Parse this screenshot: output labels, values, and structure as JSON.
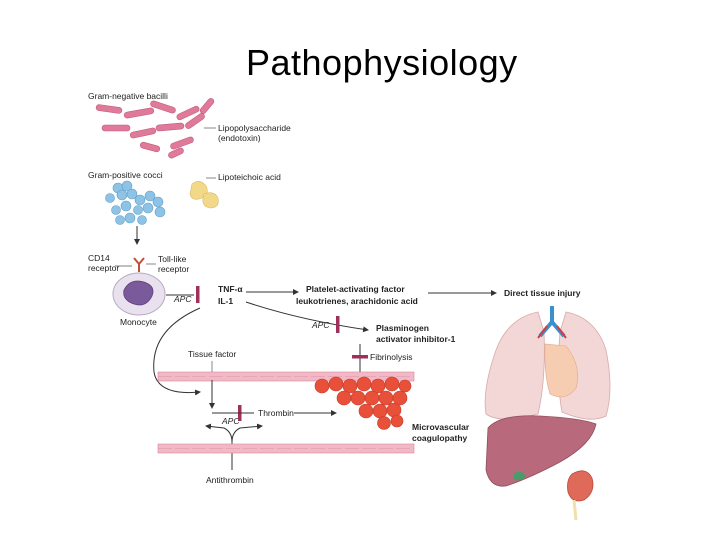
{
  "slide": {
    "title": "Pathophysiology"
  },
  "diagram": {
    "labels": {
      "gram_negative": "Gram-negative bacilli",
      "lps_1": "Lipopolysaccharide",
      "lps_2": "(endotoxin)",
      "gram_positive": "Gram-positive cocci",
      "lipoteichoic": "Lipoteichoic acid",
      "cd14_1": "CD14",
      "cd14_2": "receptor",
      "tlr_1": "Toll-like",
      "tlr_2": "receptor",
      "apc": "APC",
      "tnf": "TNF-α",
      "il1": "IL-1",
      "monocyte": "Monocyte",
      "paf_1": "Platelet-activating factor",
      "paf_2": "leukotrienes, arachidonic acid",
      "direct_injury": "Direct tissue injury",
      "pai_1": "Plasminogen",
      "pai_2": "activator inhibitor-1",
      "fibrinolysis": "Fibrinolysis",
      "tissue_factor": "Tissue factor",
      "thrombin": "Thrombin",
      "microvascular_1": "Microvascular",
      "microvascular_2": "coagulopathy",
      "antithrombin": "Antithrombin"
    },
    "colors": {
      "bacilli": "#e07a9a",
      "cocci": "#8ec3e6",
      "lipoteichoic": "#f2d98a",
      "inhibitor_bar": "#a0305a",
      "clot": "#e8503a",
      "vessel": "#f2b8c6",
      "lung": "#f3d6d6",
      "liver": "#b86a7c",
      "kidney": "#e06a5a"
    }
  }
}
